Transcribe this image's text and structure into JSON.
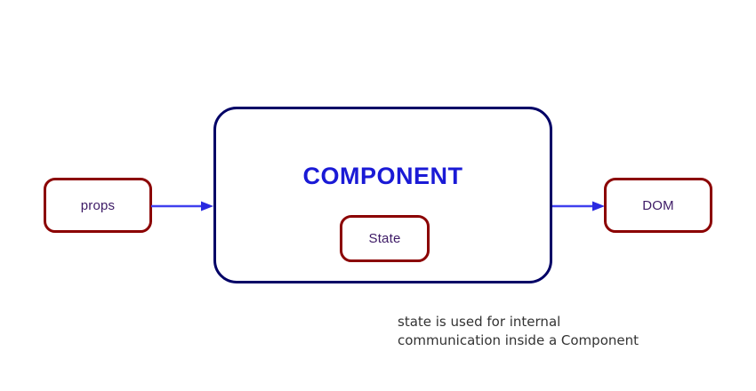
{
  "diagram": {
    "title": "React component data flow diagram",
    "background": "#ffffff",
    "colors": {
      "box_border_red": "#8b0000",
      "component_border_navy": "#000066",
      "component_title_blue": "#1a1ad6",
      "node_label_purple": "#3d1a66",
      "arrow_blue": "#4040ee",
      "caption_gray": "#333333"
    },
    "nodes": {
      "props": {
        "label": "props"
      },
      "component": {
        "title": "COMPONENT"
      },
      "state": {
        "label": "State"
      },
      "dom": {
        "label": "DOM"
      }
    },
    "arrows": [
      {
        "name": "props-to-component",
        "from": "props",
        "to": "component",
        "direction": "right"
      },
      {
        "name": "component-to-dom",
        "from": "component",
        "to": "dom",
        "direction": "right"
      }
    ],
    "caption": "state is used for internal\ncommunication inside a Component"
  }
}
